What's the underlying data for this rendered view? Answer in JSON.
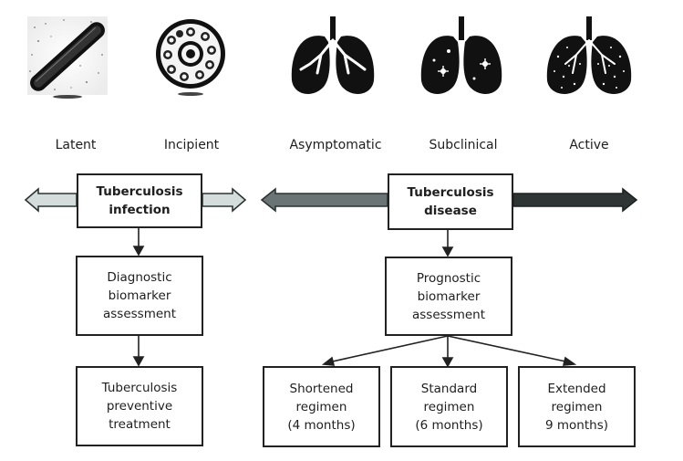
{
  "stages": [
    {
      "name": "Latent",
      "icon": "bacillus-icon"
    },
    {
      "name": "Incipient",
      "icon": "granuloma-cell-icon"
    },
    {
      "name": "Asymptomatic",
      "icon": "lungs-healthy-icon"
    },
    {
      "name": "Subclinical",
      "icon": "lungs-lesions-icon"
    },
    {
      "name": "Active",
      "icon": "lungs-spotted-icon"
    }
  ],
  "infection": {
    "title_lines": [
      "Tuberculosis",
      "infection"
    ],
    "diagnostic_lines": [
      "Diagnostic",
      "biomarker",
      "assessment"
    ],
    "preventive_lines": [
      "Tuberculosis",
      "preventive",
      "treatment"
    ]
  },
  "disease": {
    "title_lines": [
      "Tuberculosis",
      "disease"
    ],
    "prognostic_lines": [
      "Prognostic",
      "biomarker",
      "assessment"
    ],
    "regimens": [
      {
        "lines": [
          "Shortened",
          "regimen",
          "(4 months)"
        ]
      },
      {
        "lines": [
          "Standard",
          "regimen",
          "(6 months)"
        ]
      },
      {
        "lines": [
          "Extended",
          "regimen",
          "9 months)"
        ]
      }
    ]
  },
  "colors": {
    "infection_arrow": "#d4dcdc",
    "disease_arrow_left": "#6b7474",
    "disease_arrow_right": "#2f3434",
    "stroke": "#222222"
  }
}
